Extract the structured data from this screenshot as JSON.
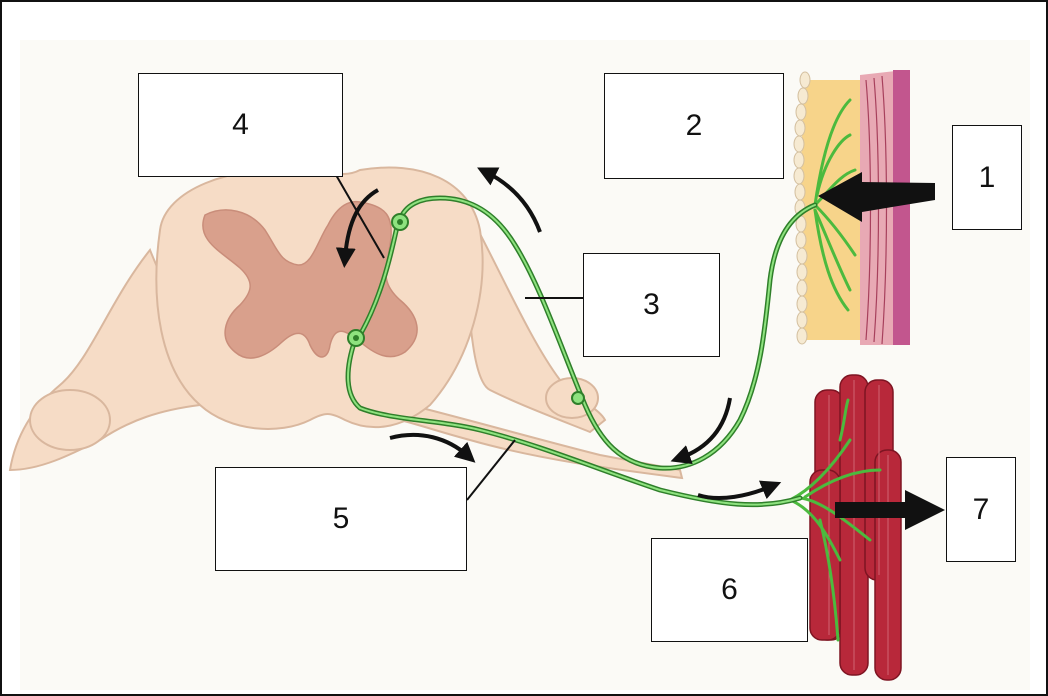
{
  "labels": {
    "box1": "1",
    "box2": "2",
    "box3": "3",
    "box4": "4",
    "box5": "5",
    "box6": "6",
    "box7": "7"
  },
  "colors": {
    "tissue": "#f6dcc6",
    "tissue_outline": "#d9b79e",
    "gray_matter": "#d9a08c",
    "neuron": "#4cba3e",
    "skin_fat": "#f7d48a",
    "skin_surface": "#f6ead2",
    "dermis": "#e8a9b4",
    "muscle": "#b8283a",
    "arrow": "#111111",
    "background": "#fbfaf6"
  },
  "icons": {
    "spinal_cord": "spinal-cord-cross-section",
    "skin": "skin-receptor",
    "muscle": "muscle-effector"
  }
}
